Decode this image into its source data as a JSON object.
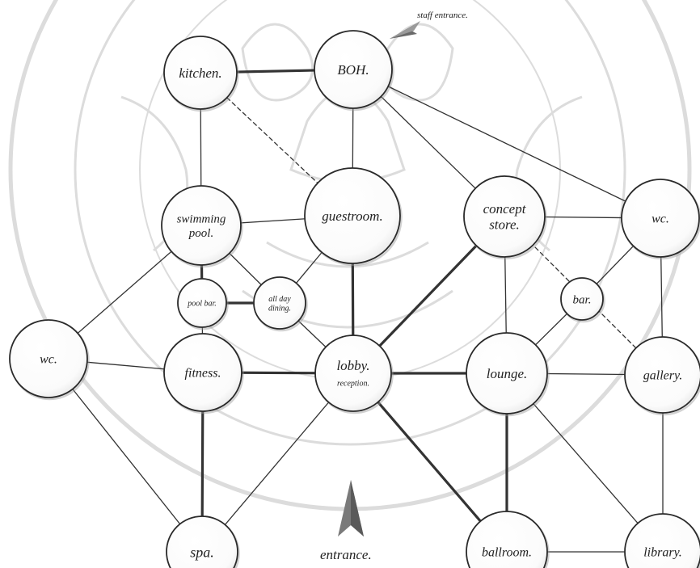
{
  "diagram": {
    "title": "",
    "nodes": [
      {
        "id": "kitchen",
        "lines": [
          "kitchen."
        ]
      },
      {
        "id": "boh",
        "lines": [
          "BOH."
        ]
      },
      {
        "id": "swimming-pool",
        "lines": [
          "swimming",
          "pool."
        ]
      },
      {
        "id": "guestroom",
        "lines": [
          "guestroom."
        ]
      },
      {
        "id": "concept-store",
        "lines": [
          "concept",
          "store."
        ]
      },
      {
        "id": "wc-right",
        "lines": [
          "wc."
        ]
      },
      {
        "id": "pool-bar",
        "lines": [
          "pool bar."
        ]
      },
      {
        "id": "all-day-dining",
        "lines": [
          "all day",
          "dining."
        ]
      },
      {
        "id": "bar",
        "lines": [
          "bar."
        ]
      },
      {
        "id": "wc-left",
        "lines": [
          "wc."
        ]
      },
      {
        "id": "fitness",
        "lines": [
          "fitness."
        ]
      },
      {
        "id": "lobby",
        "lines": [
          "lobby.",
          "reception."
        ]
      },
      {
        "id": "lounge",
        "lines": [
          "lounge."
        ]
      },
      {
        "id": "gallery",
        "lines": [
          "gallery."
        ]
      },
      {
        "id": "spa",
        "lines": [
          "spa."
        ]
      },
      {
        "id": "ballroom",
        "lines": [
          "ballroom."
        ]
      },
      {
        "id": "library",
        "lines": [
          "library."
        ]
      }
    ],
    "edges": [
      {
        "from": "kitchen",
        "to": "boh",
        "style": "bold"
      },
      {
        "from": "kitchen",
        "to": "swimming-pool",
        "style": "solid"
      },
      {
        "from": "kitchen",
        "to": "guestroom",
        "style": "dashed"
      },
      {
        "from": "boh",
        "to": "guestroom",
        "style": "solid"
      },
      {
        "from": "boh",
        "to": "concept-store",
        "style": "solid"
      },
      {
        "from": "boh",
        "to": "wc-right",
        "style": "solid"
      },
      {
        "from": "swimming-pool",
        "to": "guestroom",
        "style": "solid"
      },
      {
        "from": "swimming-pool",
        "to": "pool-bar",
        "style": "bold"
      },
      {
        "from": "swimming-pool",
        "to": "all-day-dining",
        "style": "solid"
      },
      {
        "from": "swimming-pool",
        "to": "wc-left",
        "style": "solid"
      },
      {
        "from": "guestroom",
        "to": "all-day-dining",
        "style": "solid"
      },
      {
        "from": "guestroom",
        "to": "lobby",
        "style": "bold"
      },
      {
        "from": "pool-bar",
        "to": "all-day-dining",
        "style": "bold"
      },
      {
        "from": "pool-bar",
        "to": "fitness",
        "style": "solid"
      },
      {
        "from": "all-day-dining",
        "to": "lobby",
        "style": "solid"
      },
      {
        "from": "concept-store",
        "to": "wc-right",
        "style": "solid"
      },
      {
        "from": "concept-store",
        "to": "lobby",
        "style": "bold"
      },
      {
        "from": "concept-store",
        "to": "lounge",
        "style": "solid"
      },
      {
        "from": "concept-store",
        "to": "gallery",
        "style": "dashed"
      },
      {
        "from": "wc-right",
        "to": "bar",
        "style": "solid"
      },
      {
        "from": "wc-right",
        "to": "gallery",
        "style": "solid"
      },
      {
        "from": "bar",
        "to": "lounge",
        "style": "solid"
      },
      {
        "from": "wc-left",
        "to": "fitness",
        "style": "solid"
      },
      {
        "from": "wc-left",
        "to": "spa",
        "style": "solid"
      },
      {
        "from": "fitness",
        "to": "lobby",
        "style": "bold"
      },
      {
        "from": "fitness",
        "to": "spa",
        "style": "bold"
      },
      {
        "from": "lobby",
        "to": "lounge",
        "style": "bold"
      },
      {
        "from": "lobby",
        "to": "spa",
        "style": "solid"
      },
      {
        "from": "lobby",
        "to": "ballroom",
        "style": "bold"
      },
      {
        "from": "lounge",
        "to": "gallery",
        "style": "solid"
      },
      {
        "from": "lounge",
        "to": "ballroom",
        "style": "bold"
      },
      {
        "from": "lounge",
        "to": "library",
        "style": "solid"
      },
      {
        "from": "gallery",
        "to": "library",
        "style": "solid"
      },
      {
        "from": "ballroom",
        "to": "library",
        "style": "solid"
      }
    ],
    "annotations": {
      "staff_entrance": "staff entrance.",
      "entrance": "entrance."
    },
    "colors": {
      "line": "#333333",
      "node_fill": "#ffffff",
      "node_stroke": "#2a2a2a",
      "text": "#222222",
      "arrow": "#5a5a5a",
      "watermark": "#d8d8d8"
    }
  }
}
